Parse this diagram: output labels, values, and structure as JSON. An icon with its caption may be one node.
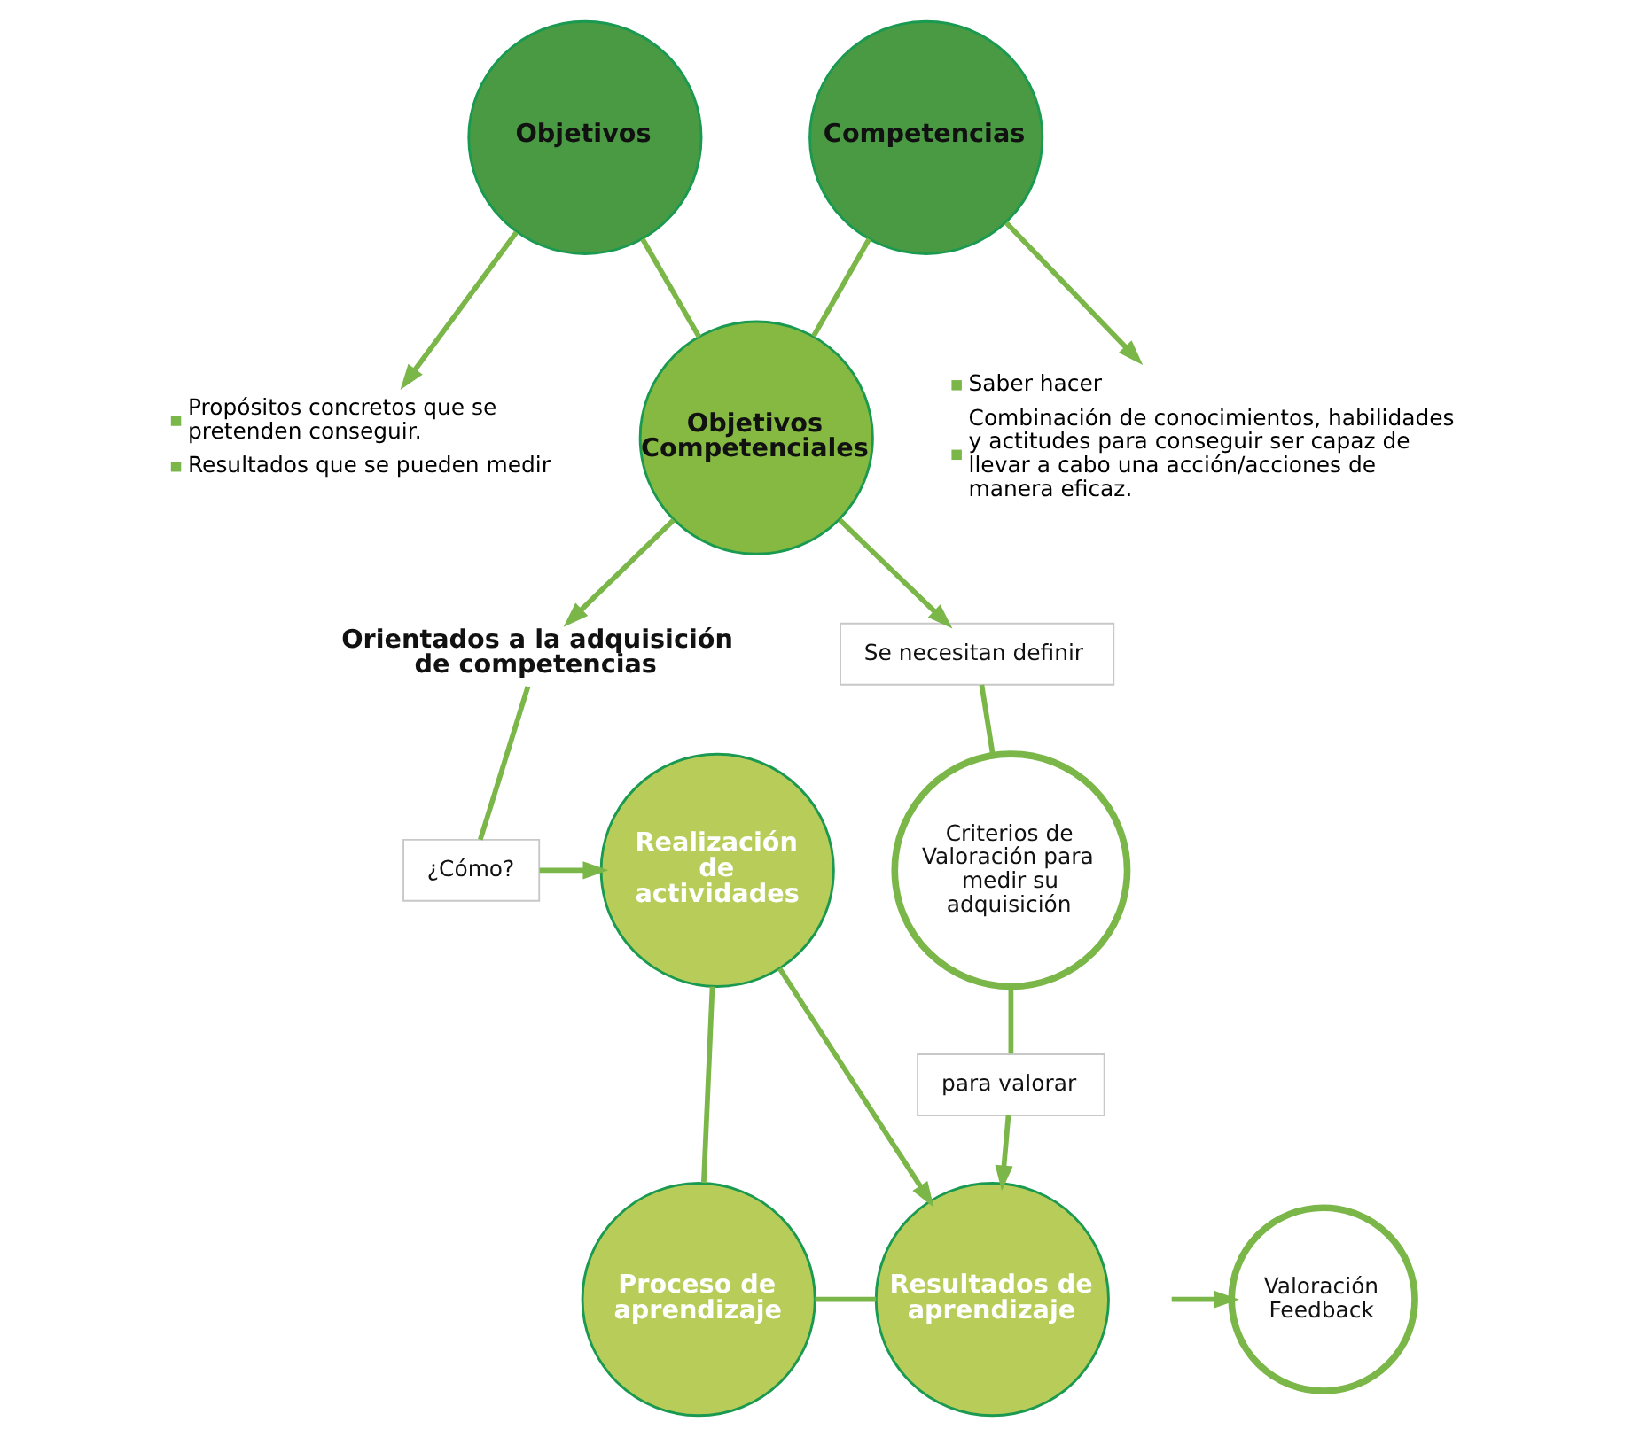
{
  "diagram": {
    "nodes": [
      {
        "text": [
          "Objetivos"
        ]
      },
      {
        "text": [
          "Competencias"
        ]
      },
      {
        "text": [
          "Propósitos concretos que se pretenden conseguir.",
          "Resultados que se pueden medir"
        ]
      },
      {
        "text": [
          "Saber hacer",
          "Combinación de conocimientos, habilidades y actitudes para conseguir ser capaz de llevar a cabo una acción/acciones de manera eficaz."
        ]
      },
      {
        "text": [
          "Objetivos Competenciales"
        ]
      },
      {
        "text": [
          "Orientados a la adquisición de competencias"
        ]
      },
      {
        "text": [
          "Se necesitan definir"
        ]
      },
      {
        "text": [
          "¿Cómo?"
        ]
      },
      {
        "text": [
          "Realización de actividades"
        ]
      },
      {
        "text": [
          "Criterios de Valoración para medir su adquisición"
        ]
      },
      {
        "text": [
          "para valorar"
        ]
      },
      {
        "text": [
          "Valoración Feedback"
        ]
      },
      {
        "text": [
          "Proceso de aprendizaje"
        ]
      },
      {
        "text": [
          "Resultados de aprendizaje"
        ]
      }
    ],
    "edges": [
      {
        "from": 0,
        "to": 2,
        "arrow": "to"
      },
      {
        "from": 1,
        "to": 3,
        "arrow": "to"
      },
      {
        "from": 0,
        "to": 4,
        "arrow": "none"
      },
      {
        "from": 1,
        "to": 4,
        "arrow": "none"
      },
      {
        "from": 4,
        "to": 5,
        "arrow": "to"
      },
      {
        "from": 4,
        "to": 6,
        "arrow": "to"
      },
      {
        "from": 5,
        "to": 7,
        "arrow": "none"
      },
      {
        "from": 7,
        "to": 8,
        "arrow": "to"
      },
      {
        "from": 6,
        "to": 9,
        "arrow": "none"
      },
      {
        "from": 9,
        "to": 10,
        "arrow": "none"
      },
      {
        "from": 10,
        "to": 13,
        "arrow": "to"
      },
      {
        "from": 8,
        "to": 13,
        "arrow": "to"
      },
      {
        "from": 8,
        "to": 12,
        "arrow": "none"
      },
      {
        "from": 12,
        "to": 13,
        "arrow": "none"
      },
      {
        "from": null,
        "to": 11,
        "arrow": "to"
      }
    ]
  }
}
